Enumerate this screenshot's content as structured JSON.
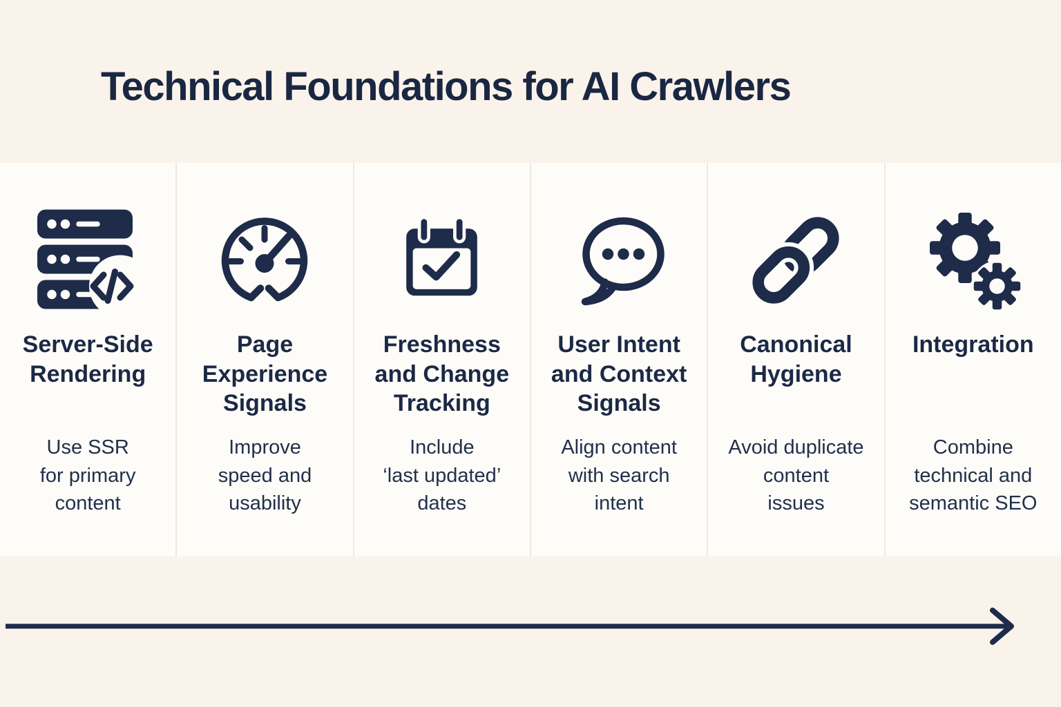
{
  "page": {
    "title": "Technical Foundations for AI Crawlers",
    "background_color": "#faf3eb",
    "card_background_color": "#fdfcf9",
    "accent_color": "#1e2b49"
  },
  "columns": [
    {
      "icon": "server-code-icon",
      "title": "Server-Side\nRendering",
      "description": "Use SSR\nfor primary\ncontent"
    },
    {
      "icon": "speedometer-icon",
      "title": "Page\nExperience\nSignals",
      "description": "Improve\nspeed and\nusability"
    },
    {
      "icon": "calendar-check-icon",
      "title": "Freshness\nand Change\nTracking",
      "description": "Include\n‘last updated’\ndates"
    },
    {
      "icon": "chat-bubble-icon",
      "title": "User Intent\nand Context\nSignals",
      "description": "Align content\nwith search\nintent"
    },
    {
      "icon": "chain-link-icon",
      "title": "Canonical\nHygiene",
      "description": "Avoid duplicate\ncontent\nissues"
    },
    {
      "icon": "gears-icon",
      "title": "Integration",
      "description": "Combine\ntechnical and\nsemantic SEO"
    }
  ],
  "footer": {
    "arrow": "right-arrow"
  }
}
